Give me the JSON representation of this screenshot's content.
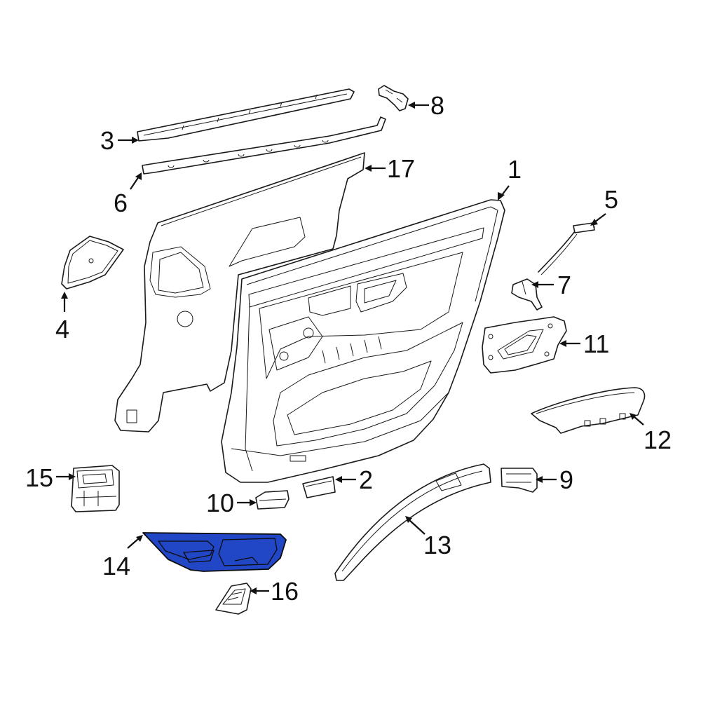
{
  "diagram": {
    "accent_color": "#2147c6",
    "highlighted_part": "14",
    "callouts": [
      {
        "id": "c1",
        "label": "1"
      },
      {
        "id": "c2",
        "label": "2"
      },
      {
        "id": "c3",
        "label": "3"
      },
      {
        "id": "c4",
        "label": "4"
      },
      {
        "id": "c5",
        "label": "5"
      },
      {
        "id": "c6",
        "label": "6"
      },
      {
        "id": "c7",
        "label": "7"
      },
      {
        "id": "c8",
        "label": "8"
      },
      {
        "id": "c9",
        "label": "9"
      },
      {
        "id": "c10",
        "label": "10"
      },
      {
        "id": "c11",
        "label": "11"
      },
      {
        "id": "c12",
        "label": "12"
      },
      {
        "id": "c13",
        "label": "13"
      },
      {
        "id": "c14",
        "label": "14"
      },
      {
        "id": "c15",
        "label": "15"
      },
      {
        "id": "c16",
        "label": "16"
      },
      {
        "id": "c17",
        "label": "17"
      }
    ]
  }
}
